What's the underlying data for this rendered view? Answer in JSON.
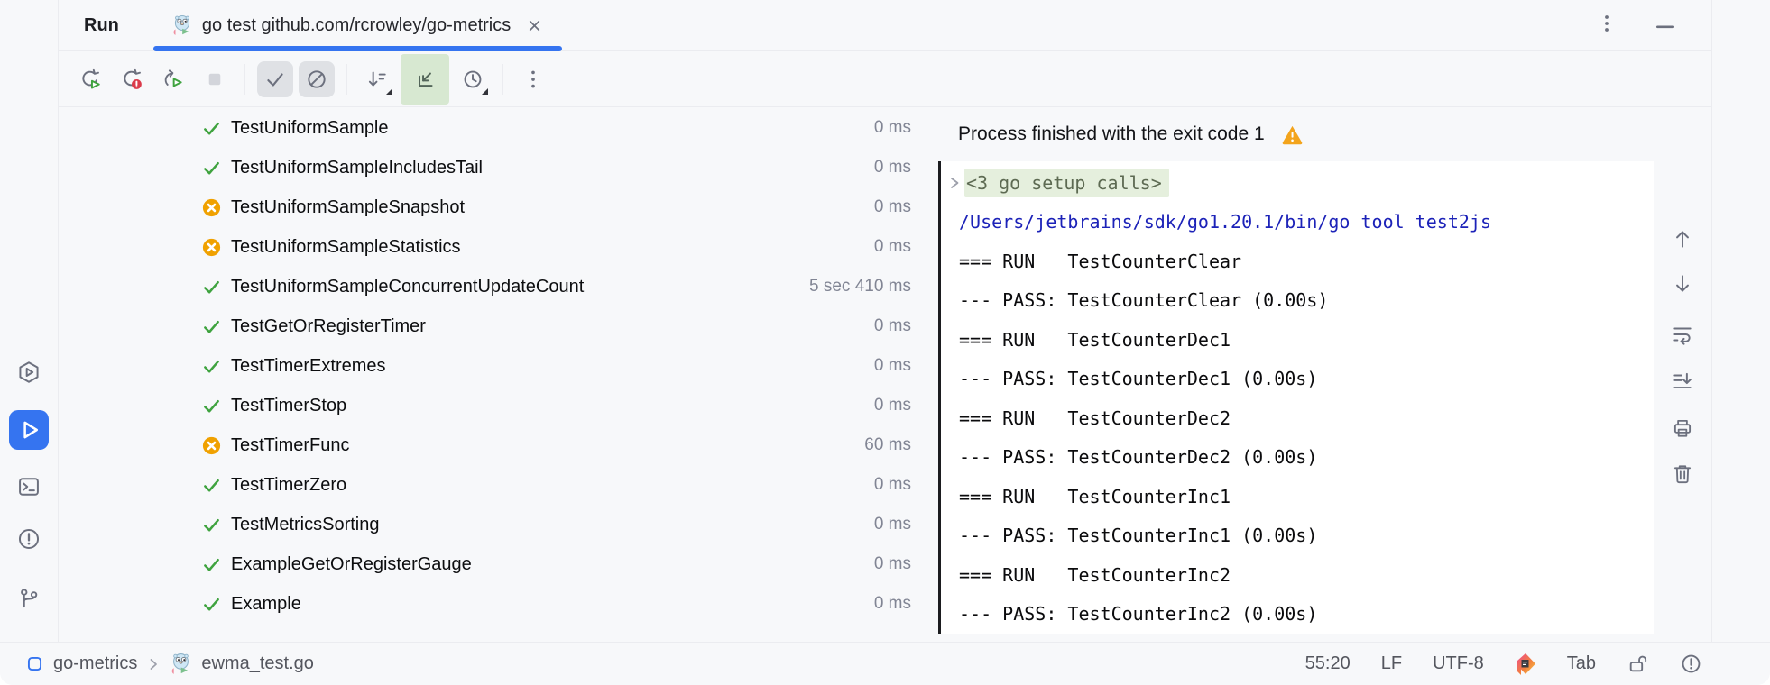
{
  "colors": {
    "accent": "#3574f0",
    "panel": "#f7f8fa",
    "border": "#ebecf0",
    "console-bg": "#ffffff",
    "text": "#0e0f11",
    "muted": "#818594",
    "icon": "#6c707e",
    "green": "#3fa33f",
    "orange": "#f0a100",
    "red": "#db3b4b",
    "toggle": "#dfe1e5",
    "toggle-green": "#d7e8d1",
    "fold-bg": "#e5efdd",
    "fold-text": "#5d6a52",
    "console-blue": "#1c22b8",
    "dark-line": "#1b1c1f",
    "status-text": "#54565e"
  },
  "tool_window": {
    "label": "Run"
  },
  "tab": {
    "title": "go test github.com/rcrowley/go-metrics",
    "icon": "go-gopher-icon",
    "close_icon": "close-icon"
  },
  "window_controls": {
    "icons": [
      "kebab-menu-icon",
      "minimize-icon"
    ]
  },
  "left_rail": {
    "active": "run",
    "icons": [
      "services-icon",
      "run-icon",
      "terminal-icon",
      "problems-icon",
      "version-control-icon"
    ]
  },
  "toolbar": {
    "icons": [
      "rerun-icon",
      "rerun-failed-icon",
      "rerun-automatically-icon",
      "stop-icon",
      "show-passed-icon",
      "show-ignored-icon",
      "sort-by-duration-icon",
      "navigate-with-selection-icon",
      "show-duration-icon",
      "more-icon"
    ]
  },
  "tests": {
    "rows": [
      {
        "name": "TestUniformSample",
        "status": "passed",
        "duration": "0 ms"
      },
      {
        "name": "TestUniformSampleIncludesTail",
        "status": "passed",
        "duration": "0 ms"
      },
      {
        "name": "TestUniformSampleSnapshot",
        "status": "ignored",
        "duration": "0 ms"
      },
      {
        "name": "TestUniformSampleStatistics",
        "status": "ignored",
        "duration": "0 ms"
      },
      {
        "name": "TestUniformSampleConcurrentUpdateCount",
        "status": "passed",
        "duration": "5 sec 410 ms"
      },
      {
        "name": "TestGetOrRegisterTimer",
        "status": "passed",
        "duration": "0 ms"
      },
      {
        "name": "TestTimerExtremes",
        "status": "passed",
        "duration": "0 ms"
      },
      {
        "name": "TestTimerStop",
        "status": "passed",
        "duration": "0 ms"
      },
      {
        "name": "TestTimerFunc",
        "status": "ignored",
        "duration": "60 ms"
      },
      {
        "name": "TestTimerZero",
        "status": "passed",
        "duration": "0 ms"
      },
      {
        "name": "TestMetricsSorting",
        "status": "passed",
        "duration": "0 ms"
      },
      {
        "name": "ExampleGetOrRegisterGauge",
        "status": "passed",
        "duration": "0 ms"
      },
      {
        "name": "Example",
        "status": "passed",
        "duration": "0 ms"
      }
    ]
  },
  "console": {
    "status_line": "Process finished with the exit code 1",
    "status_icon": "warning-icon",
    "lines": [
      {
        "type": "fold",
        "text": "<3 go setup calls>"
      },
      {
        "type": "path",
        "text": "/Users/jetbrains/sdk/go1.20.1/bin/go tool test2js"
      },
      {
        "type": "plain",
        "text": "=== RUN   TestCounterClear"
      },
      {
        "type": "plain",
        "text": "--- PASS: TestCounterClear (0.00s)"
      },
      {
        "type": "plain",
        "text": "=== RUN   TestCounterDec1"
      },
      {
        "type": "plain",
        "text": "--- PASS: TestCounterDec1 (0.00s)"
      },
      {
        "type": "plain",
        "text": "=== RUN   TestCounterDec2"
      },
      {
        "type": "plain",
        "text": "--- PASS: TestCounterDec2 (0.00s)"
      },
      {
        "type": "plain",
        "text": "=== RUN   TestCounterInc1"
      },
      {
        "type": "plain",
        "text": "--- PASS: TestCounterInc1 (0.00s)"
      },
      {
        "type": "plain",
        "text": "=== RUN   TestCounterInc2"
      },
      {
        "type": "plain",
        "text": "--- PASS: TestCounterInc2 (0.00s)"
      }
    ],
    "gutter_icons": [
      "scroll-up-icon",
      "scroll-down-icon",
      "soft-wrap-icon",
      "scroll-to-end-icon",
      "print-icon",
      "clear-console-icon"
    ]
  },
  "status_bar": {
    "project": "go-metrics",
    "file": "ewma_test.go",
    "caret_position": "55:20",
    "line_separator": "LF",
    "encoding": "UTF-8",
    "indent": "Tab",
    "icons": [
      "project-icon",
      "breadcrumb-chevron-icon",
      "go-gopher-icon",
      "sdk-icon",
      "unlocked-icon",
      "error-indicator-icon"
    ]
  }
}
